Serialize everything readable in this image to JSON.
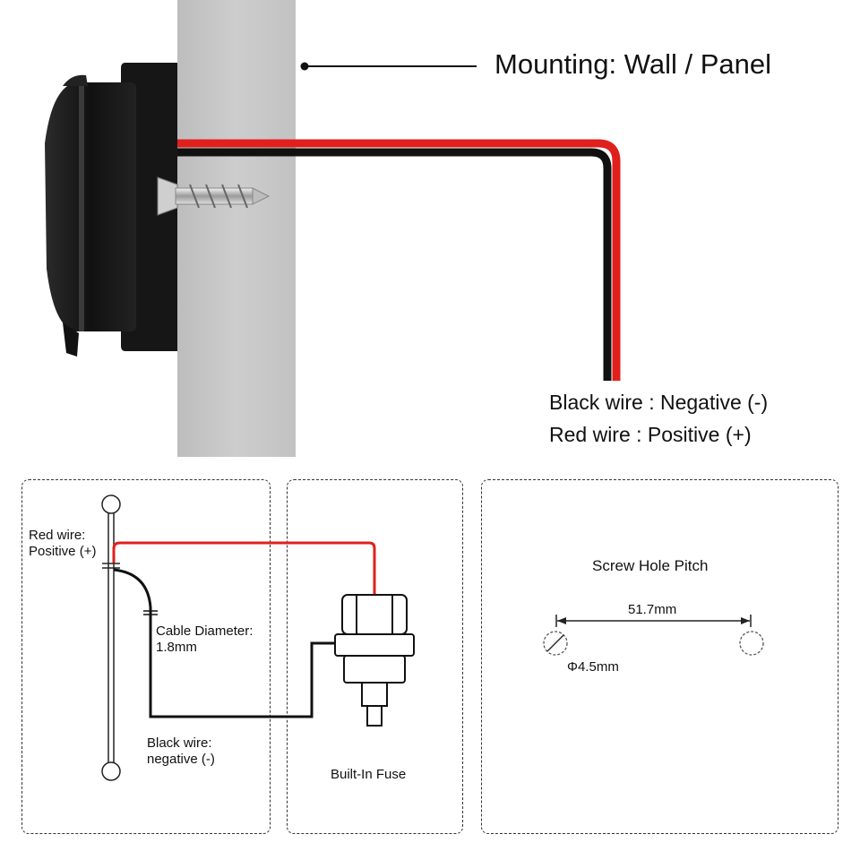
{
  "top": {
    "mounting_label": "Mounting: Wall / Panel",
    "black_wire_label": "Black wire : Negative (-)",
    "red_wire_label": "Red wire : Positive (+)"
  },
  "wiring_panel": {
    "red_wire_label": "Red wire:\nPositive (+)",
    "cable_diameter_label": "Cable Diameter:\n1.8mm",
    "black_wire_label": "Black wire:\nnegative (-)"
  },
  "fuse_panel": {
    "fuse_label": "Built-In Fuse"
  },
  "screw_panel": {
    "title": "Screw Hole Pitch",
    "pitch_label": "51.7mm",
    "hole_diameter_label": "Φ4.5mm"
  },
  "colors": {
    "red_wire": "#e0201c",
    "black_wire": "#111111",
    "wall": "#c9c9c9",
    "device": "#1a1a1a"
  }
}
